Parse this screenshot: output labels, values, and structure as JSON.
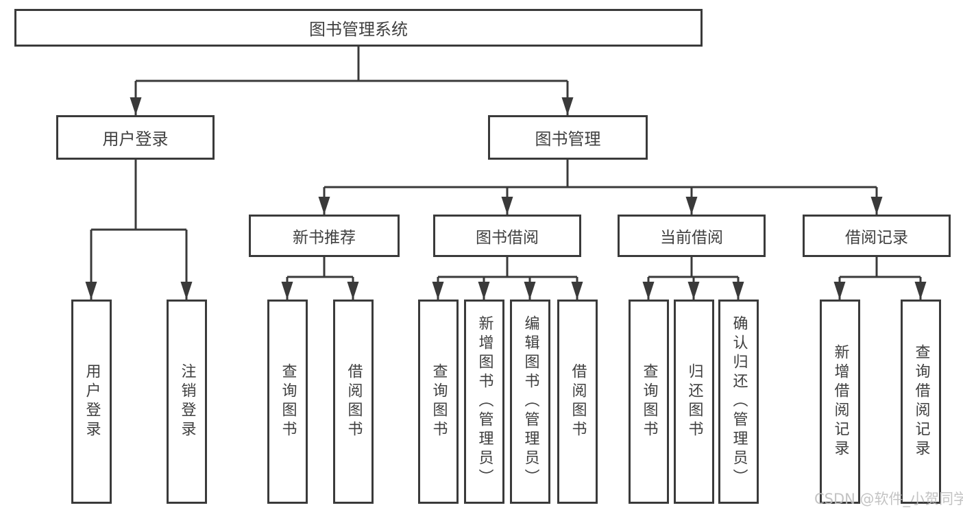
{
  "tree": {
    "root": {
      "label": "图书管理系统"
    },
    "level2": [
      {
        "label": "用户登录"
      },
      {
        "label": "图书管理"
      }
    ],
    "level3": [
      {
        "label": "新书推荐",
        "parent": "图书管理"
      },
      {
        "label": "图书借阅",
        "parent": "图书管理"
      },
      {
        "label": "当前借阅",
        "parent": "图书管理"
      },
      {
        "label": "借阅记录",
        "parent": "图书管理"
      }
    ],
    "leaves": [
      {
        "label": "用户登录",
        "parent": "用户登录"
      },
      {
        "label": "注销登录",
        "parent": "用户登录"
      },
      {
        "label": "查询图书",
        "parent": "新书推荐"
      },
      {
        "label": "借阅图书",
        "parent": "新书推荐"
      },
      {
        "label": "查询图书",
        "parent": "图书借阅"
      },
      {
        "label": "新增图书（管理员）",
        "parent": "图书借阅"
      },
      {
        "label": "编辑图书（管理员）",
        "parent": "图书借阅"
      },
      {
        "label": "借阅图书",
        "parent": "图书借阅"
      },
      {
        "label": "查询图书",
        "parent": "当前借阅"
      },
      {
        "label": "归还图书",
        "parent": "当前借阅"
      },
      {
        "label": "确认归还（管理员）",
        "parent": "当前借阅"
      },
      {
        "label": "新增借阅记录",
        "parent": "借阅记录"
      },
      {
        "label": "查询借阅记录",
        "parent": "借阅记录"
      }
    ]
  },
  "colors": {
    "line": "#3a3a3a",
    "text": "#3f3f3f",
    "background": "#ffffff",
    "watermark": "#bdbdbd"
  },
  "watermark": {
    "text": "CSDN @软件_小贺同学"
  }
}
